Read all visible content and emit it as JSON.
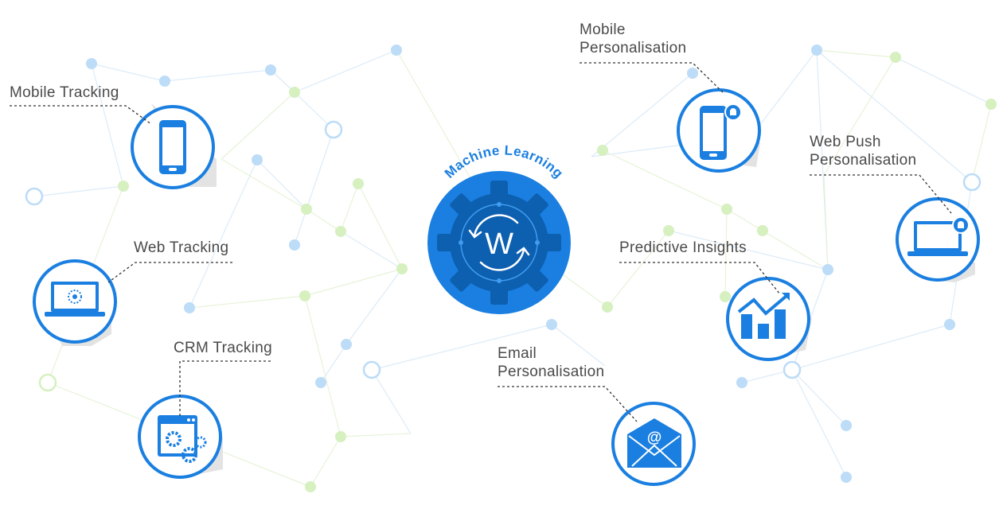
{
  "hub": {
    "title": "Machine Learning",
    "logo_letter": "W"
  },
  "labels": {
    "mobile_tracking": "Mobile Tracking",
    "web_tracking": "Web Tracking",
    "crm_tracking": "CRM Tracking",
    "mobile_personalisation_1": "Mobile",
    "mobile_personalisation_2": "Personalisation",
    "web_push_1": "Web Push",
    "web_push_2": "Personalisation",
    "predictive_insights": "Predictive Insights",
    "email_personalisation_1": "Email",
    "email_personalisation_2": "Personalisation"
  },
  "icons": {
    "mobile_tracking": "smartphone-icon",
    "web_tracking": "laptop-icon",
    "crm_tracking": "browser-gears-icon",
    "mobile_personalisation": "smartphone-bell-icon",
    "web_push": "laptop-bell-icon",
    "predictive_insights": "bar-chart-growth-icon",
    "email": "envelope-at-icon",
    "hub": "gear-logo-icon"
  },
  "colors": {
    "primary": "#1a7fe0",
    "dark": "#0d5fb0",
    "node_blue": "#bcdcf7",
    "node_green": "#d6f0c0",
    "shadow": "#e3e3e3",
    "text": "#4a4a4a"
  }
}
